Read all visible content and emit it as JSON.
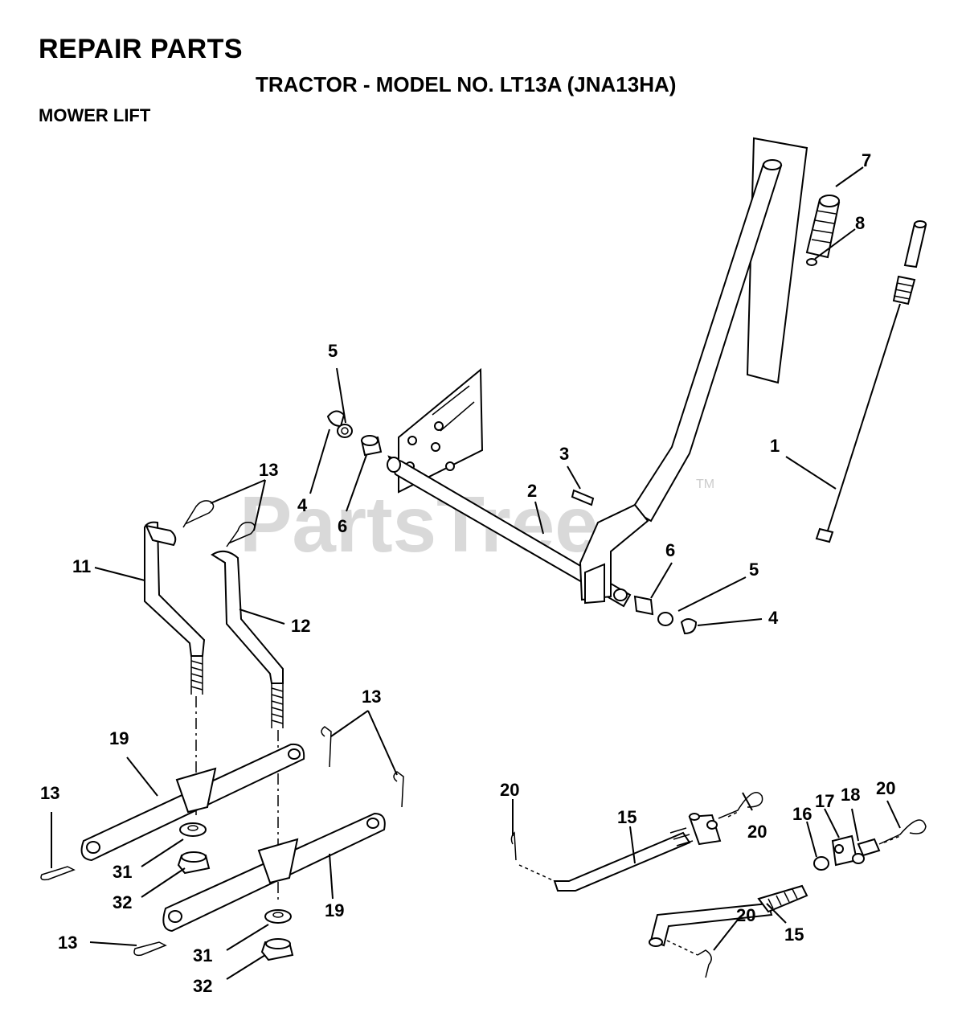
{
  "header": {
    "title": "REPAIR PARTS",
    "model": "TRACTOR - MODEL NO. LT13A (JNA13HA)",
    "section": "MOWER LIFT"
  },
  "watermark": {
    "text": "PartsTree",
    "tm": "TM"
  },
  "callouts": {
    "c7": "7",
    "c8": "8",
    "c1": "1",
    "c5a": "5",
    "c4a": "4",
    "c6a": "6",
    "c3": "3",
    "c2": "2",
    "c13a": "13",
    "c11": "11",
    "c12": "12",
    "c6b": "6",
    "c5b": "5",
    "c4b": "4",
    "c13b": "13",
    "c19a": "19",
    "c13c": "13",
    "c31a": "31",
    "c32a": "32",
    "c19b": "19",
    "c13d": "13",
    "c31b": "31",
    "c32b": "32",
    "c20a": "20",
    "c15a": "15",
    "c20b": "20",
    "c16": "16",
    "c17": "17",
    "c18": "18",
    "c20c": "20",
    "c20d": "20",
    "c15b": "15"
  }
}
